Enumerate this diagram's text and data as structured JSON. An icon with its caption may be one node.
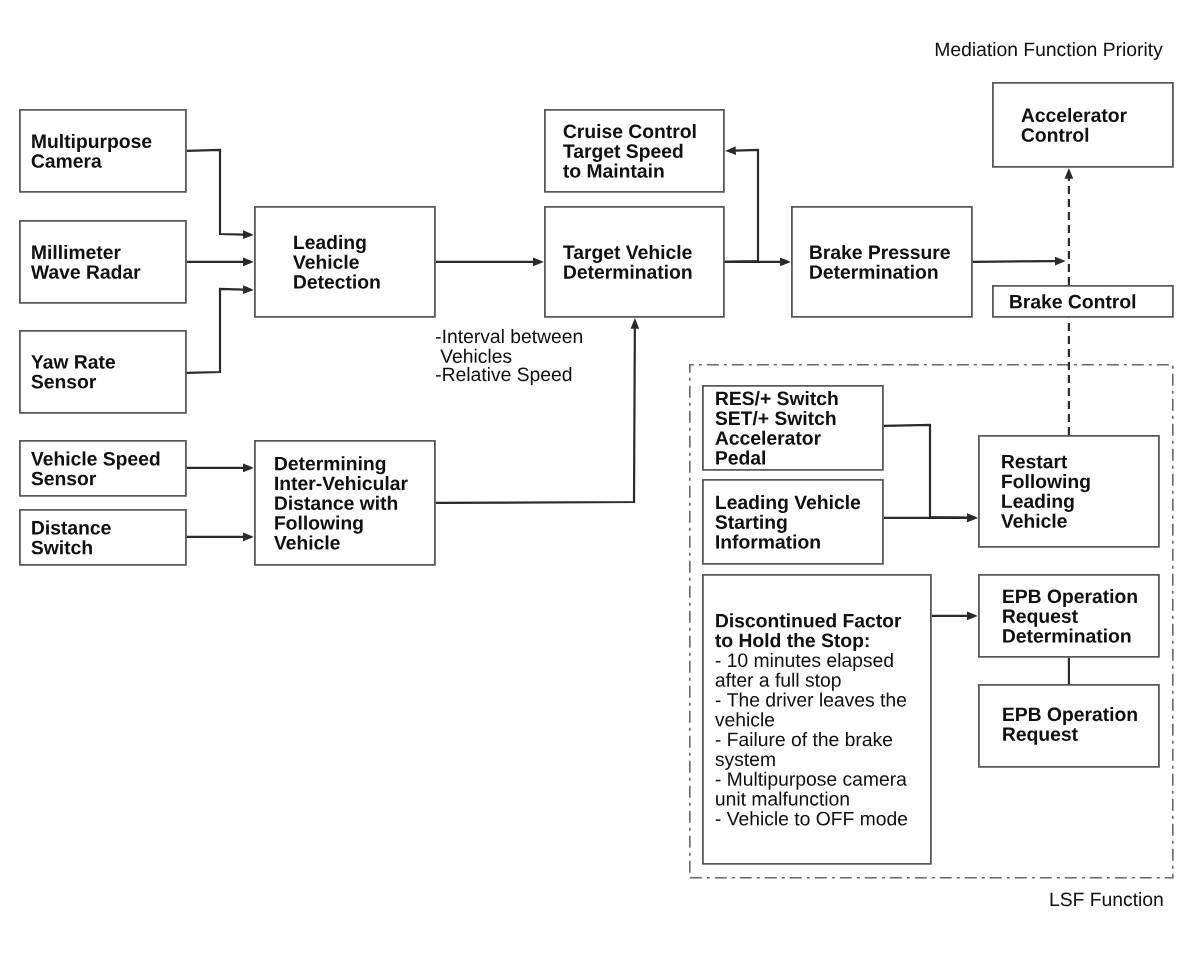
{
  "diagram": {
    "nodes": [
      {
        "text": [
          "Multipurpose Camera"
        ]
      },
      {
        "text": [
          "Millimeter Wave Radar"
        ]
      },
      {
        "text": [
          "Yaw Rate Sensor"
        ]
      },
      {
        "text": [
          "Vehicle Speed Sensor"
        ]
      },
      {
        "text": [
          "Distance Switch"
        ]
      },
      {
        "text": [
          "Leading Vehicle Detection"
        ]
      },
      {
        "text": [
          "Determining Inter-Vehicular Distance with Following Vehicle"
        ]
      },
      {
        "text": [
          "Cruise Control Target Speed to Maintain"
        ]
      },
      {
        "text": [
          "Target Vehicle Determination"
        ]
      },
      {
        "text": [
          "Brake Pressure Determination"
        ]
      },
      {
        "text": [
          "Accelerator Control"
        ]
      },
      {
        "text": [
          "Brake Control"
        ]
      },
      {
        "text": [
          "LSF Function"
        ]
      },
      {
        "text": [
          "RES/+ Switch",
          "SET/+ Switch",
          "Accelerator Pedal"
        ],
        "in": 12
      },
      {
        "text": [
          "Leading Vehicle Starting Information"
        ],
        "in": 12
      },
      {
        "text": [
          "Restart Following Leading Vehicle"
        ],
        "in": 12
      },
      {
        "text": [
          "Discontinued Factor to Hold the Stop:",
          "- 10 minutes elapsed after a full stop",
          "- The driver leaves the vehicle",
          "- Failure of the brake system",
          "- Multipurpose camera unit malfunction",
          "- Vehicle to OFF mode"
        ],
        "in": 12
      },
      {
        "text": [
          "EPB Operation Request Determination"
        ],
        "in": 12
      },
      {
        "text": [
          "EPB Operation Request"
        ],
        "in": 12
      }
    ],
    "edges": [
      {
        "from": 0,
        "to": 5,
        "arrow": "to"
      },
      {
        "from": 1,
        "to": 5,
        "arrow": "to"
      },
      {
        "from": 2,
        "to": 5,
        "arrow": "to"
      },
      {
        "from": 3,
        "to": 6,
        "arrow": "to"
      },
      {
        "from": 4,
        "to": 6,
        "arrow": "to"
      },
      {
        "from": 5,
        "to": 8,
        "arrow": "to"
      },
      {
        "from": 6,
        "to": 8,
        "arrow": "to"
      },
      {
        "from": 8,
        "to": 7,
        "arrow": "to"
      },
      {
        "from": 8,
        "to": 9,
        "arrow": "to"
      },
      {
        "from": 9,
        "to": null,
        "arrow": "to"
      },
      {
        "from": 13,
        "to": 15,
        "arrow": "to"
      },
      {
        "from": 14,
        "to": 15,
        "arrow": "to"
      },
      {
        "from": 15,
        "to": 11,
        "arrow": "none",
        "style": "dashed"
      },
      {
        "from": 11,
        "to": 10,
        "arrow": "to",
        "style": "dashed"
      },
      {
        "from": 16,
        "to": 17,
        "arrow": "to"
      },
      {
        "from": 17,
        "to": 18,
        "arrow": "none"
      }
    ],
    "labels": [
      "Mediation Function Priority",
      "-Interval between Vehicles",
      "-Relative Speed"
    ]
  }
}
